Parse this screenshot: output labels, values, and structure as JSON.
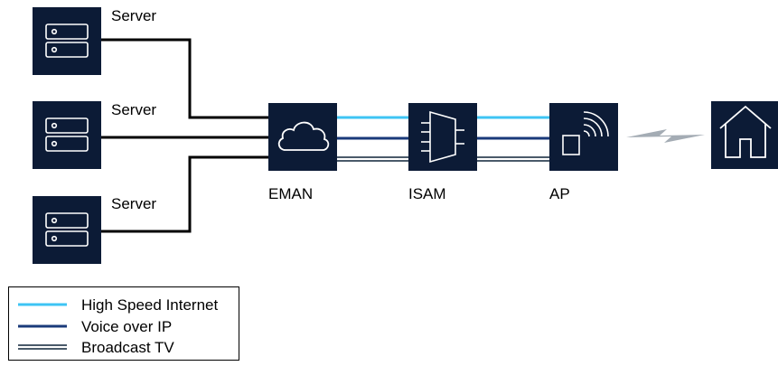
{
  "nodes": {
    "server_1": {
      "label": "Server",
      "icon": "server-icon"
    },
    "server_2": {
      "label": "Server",
      "icon": "server-icon"
    },
    "server_3": {
      "label": "Server",
      "icon": "server-icon"
    },
    "eman": {
      "label": "EMAN",
      "icon": "cloud-icon"
    },
    "isam": {
      "label": "ISAM",
      "icon": "multiplexer-icon"
    },
    "ap": {
      "label": "AP",
      "icon": "wireless-access-point-icon"
    },
    "home": {
      "label": "",
      "icon": "home-icon"
    }
  },
  "legend": {
    "items": [
      {
        "label": "High Speed Internet",
        "color": "#3ec4f4",
        "style": "solid"
      },
      {
        "label": "Voice over IP",
        "color": "#1a3a7a",
        "style": "solid"
      },
      {
        "label": "Broadcast TV",
        "color": "#0f2438",
        "style": "double"
      }
    ]
  },
  "colors": {
    "node_fill": "#0c1b36",
    "icon_stroke": "#ffffff",
    "wire": "#000000",
    "wireless_link": "#a4acb4"
  }
}
